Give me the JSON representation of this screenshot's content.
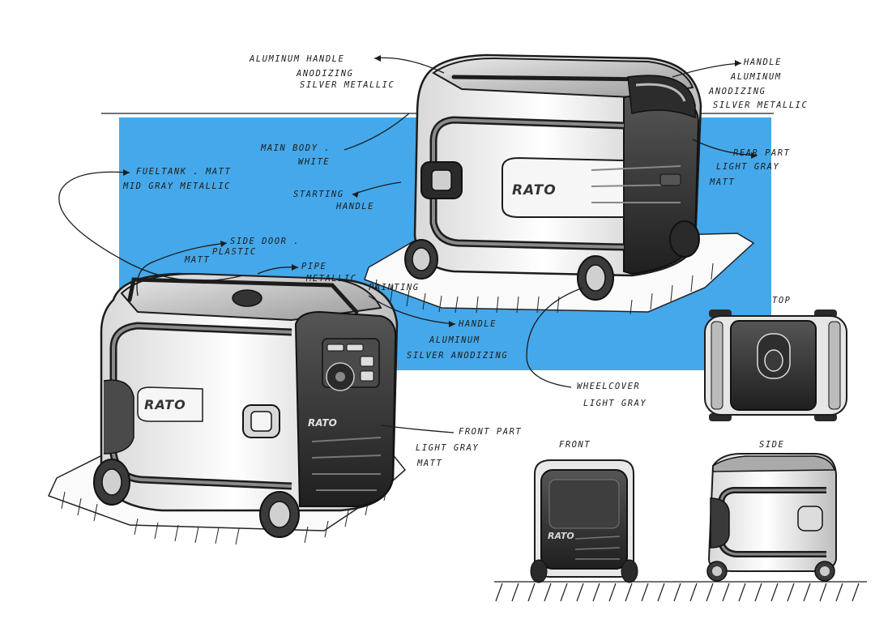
{
  "annotations": {
    "aluminum_handle_line1": "ALUMINUM HANDLE",
    "aluminum_handle_line2": "ANODIZING",
    "aluminum_handle_line3": "SILVER METALLIC",
    "main_body_line1": "MAIN BODY .",
    "main_body_line2": "WHITE",
    "fuel_tank_line1": "FUELTANK .  MATT",
    "fuel_tank_line2": "MID GRAY METALLIC",
    "starting_handle_line1": "STARTING",
    "starting_handle_line2": "HANDLE",
    "right_handle_line1": "HANDLE",
    "right_handle_line2": "ALUMINUM",
    "right_handle_line3": "ANODIZING",
    "right_handle_line4": "SILVER METALLIC",
    "rear_part_line1": "REAR PART",
    "rear_part_line2": "LIGHT GRAY",
    "rear_part_line3": "MATT",
    "side_door_line1": "SIDE DOOR .",
    "side_door_line2": "PLASTIC",
    "side_door_line3": "MATT",
    "pipe_line1": "PIPE",
    "pipe_line2": "METALLIC",
    "pipe_line3": "PAINTING",
    "handle_line1": "HANDLE",
    "handle_line2": "ALUMINUM",
    "handle_line3": "SILVER ANODIZING",
    "wheel_cover_line1": "WHEELCOVER",
    "wheel_cover_line2": "LIGHT GRAY",
    "front_part_line1": "FRONT PART",
    "front_part_line2": "LIGHT GRAY",
    "front_part_line3": "MATT"
  },
  "views": {
    "top": "TOP",
    "front": "FRONT",
    "side": "SIDE"
  },
  "brand": {
    "logo_back": "RATO",
    "logo_front_side": "RATO",
    "logo_front_panel": "RATO",
    "logo_front_view": "RATO"
  },
  "colors": {
    "background_panel": "#45a8ea",
    "body_white": "#f2f2f2",
    "panel_dark": "#3a3a3a",
    "ink": "#1c1c1c"
  }
}
